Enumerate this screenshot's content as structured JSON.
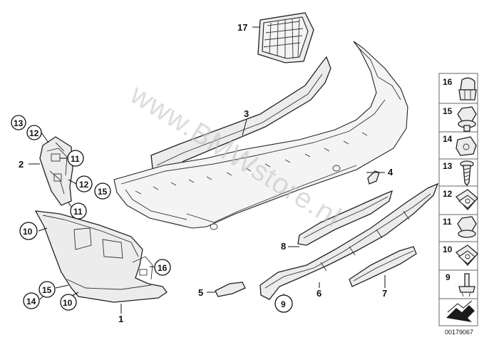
{
  "watermark": "www.BMWstore.nl",
  "diagram_code": "00179067",
  "callouts": {
    "c1": "1",
    "c2": "2",
    "c3": "3",
    "c4": "4",
    "c5": "5",
    "c6": "6",
    "c7": "7",
    "c8": "8",
    "c9": "9",
    "c10a": "10",
    "c10b": "10",
    "c11a": "11",
    "c11b": "11",
    "c12a": "12",
    "c12b": "12",
    "c13": "13",
    "c14": "14",
    "c15a": "15",
    "c15b": "15",
    "c16": "16",
    "c17": "17"
  },
  "legend": {
    "items": [
      {
        "number": "16",
        "icon": "cap-nut-icon"
      },
      {
        "number": "15",
        "icon": "collar-nut-icon"
      },
      {
        "number": "14",
        "icon": "spring-nut-icon"
      },
      {
        "number": "13",
        "icon": "screw-icon"
      },
      {
        "number": "12",
        "icon": "clip-nut-icon"
      },
      {
        "number": "11",
        "icon": "flange-nut-icon"
      },
      {
        "number": "10",
        "icon": "clip-nut-icon"
      },
      {
        "number": "9",
        "icon": "expanding-rivet-icon"
      }
    ],
    "arrow_icon": "direction-arrow-icon"
  }
}
